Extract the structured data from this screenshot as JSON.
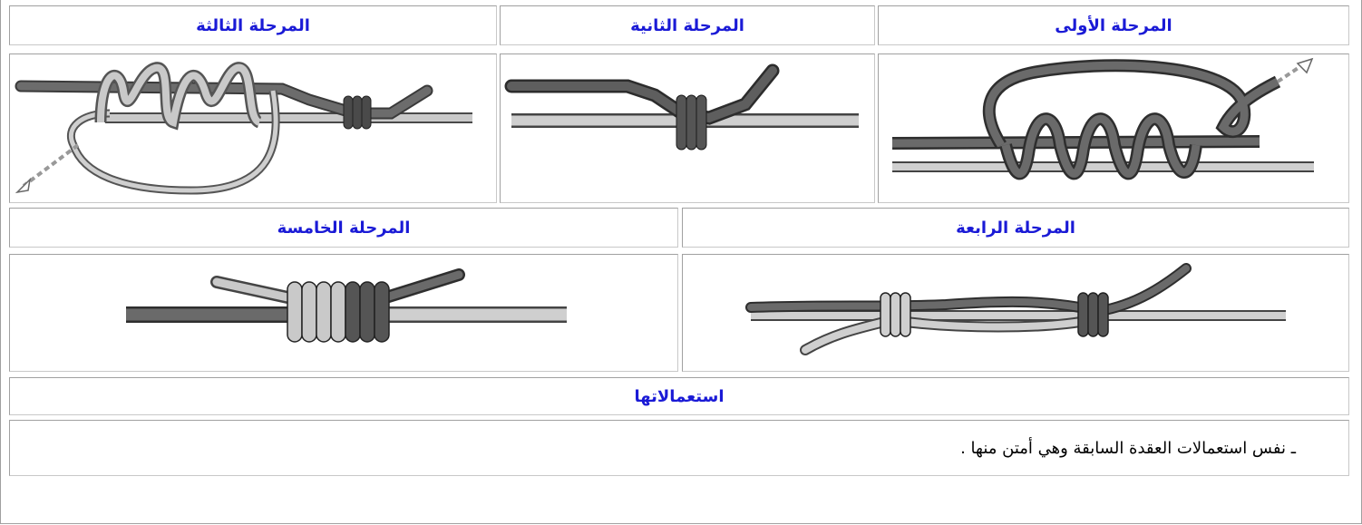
{
  "stages": {
    "first": "المرحلة الأولى",
    "second": "المرحلة الثانية",
    "third": "المرحلة الثالثة",
    "fourth": "المرحلة الرابعة",
    "fifth": "المرحلة الخامسة"
  },
  "uses": {
    "title": "استعمالاتها",
    "text": "ـ نفس استعمالات العقدة السابقة وهي أمتن منها ."
  },
  "colors": {
    "header_text": "#1a1ad6",
    "dark_line": "#5a5a5a",
    "light_line": "#bdbdbd"
  }
}
